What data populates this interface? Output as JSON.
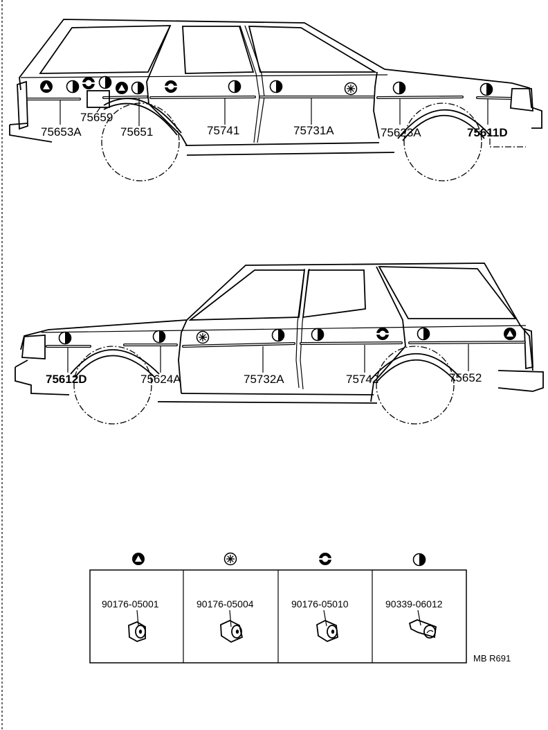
{
  "upper_view": {
    "part_numbers": [
      {
        "id": "75659",
        "text": "75659"
      },
      {
        "id": "75653A",
        "text": "75653A"
      },
      {
        "id": "75651",
        "text": "75651"
      },
      {
        "id": "75741",
        "text": "75741"
      },
      {
        "id": "75731A",
        "text": "75731A"
      },
      {
        "id": "75623A",
        "text": "75623A"
      },
      {
        "id": "75611D",
        "text": "75611D"
      }
    ]
  },
  "lower_view": {
    "part_numbers": [
      {
        "id": "75612D",
        "text": "75612D"
      },
      {
        "id": "75624A",
        "text": "75624A"
      },
      {
        "id": "75732A",
        "text": "75732A"
      },
      {
        "id": "75742",
        "text": "75742"
      },
      {
        "id": "75652",
        "text": "75652"
      }
    ]
  },
  "clip_table": {
    "columns": [
      {
        "symbol": "triangle",
        "icon": "triangle-clip-icon",
        "part_number": "90176-05001"
      },
      {
        "symbol": "asterisk",
        "icon": "asterisk-clip-icon",
        "part_number": "90176-05004"
      },
      {
        "symbol": "broken-circle",
        "icon": "broken-circle-clip-icon",
        "part_number": "90176-05010"
      },
      {
        "symbol": "half-circle",
        "icon": "half-circle-clip-icon",
        "part_number": "90339-06012"
      }
    ]
  },
  "reference_code": "MB R691"
}
